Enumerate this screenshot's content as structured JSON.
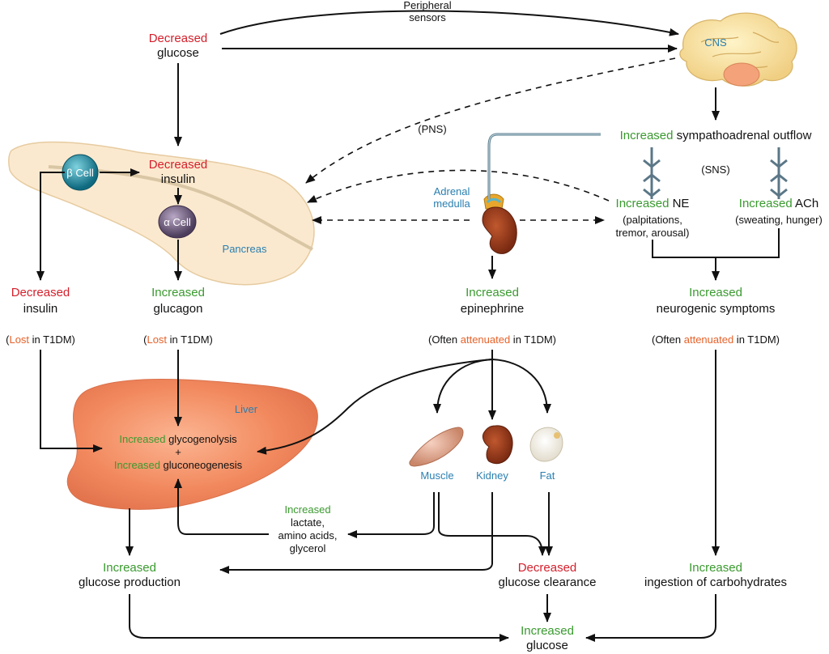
{
  "top": {
    "decreased_glucose": {
      "a": "Decreased",
      "b": "glucose"
    },
    "peripheral_sensors": {
      "a": "Peripheral",
      "b": "sensors"
    },
    "cns": "CNS",
    "pns": "(PNS)",
    "sns": "(SNS)"
  },
  "sympathoadrenal": {
    "a": "Increased",
    "b": " sympathoadrenal outflow"
  },
  "pancreas": {
    "beta_cell": "β Cell",
    "alpha_cell": "α Cell",
    "decreased_insulin_inner": {
      "a": "Decreased",
      "b": "insulin"
    },
    "label": "Pancreas"
  },
  "adrenal": {
    "a": "Adrenal",
    "b": "medulla"
  },
  "ne": {
    "a": "Increased",
    "b": " NE",
    "c": "(palpitations,",
    "d": "tremor, arousal)"
  },
  "ach": {
    "a": "Increased",
    "b": " ACh",
    "c": "(sweating, hunger)"
  },
  "col1": {
    "a": "Decreased",
    "b": "insulin",
    "note_a": "(",
    "note_b": "Lost",
    "note_c": " in T1DM)"
  },
  "col2": {
    "a": "Increased",
    "b": "glucagon",
    "note_a": "(",
    "note_b": "Lost",
    "note_c": " in T1DM)"
  },
  "col3": {
    "a": "Increased",
    "b": "epinephrine",
    "note_a": "(Often ",
    "note_b": "attenuated",
    "note_c": " in T1DM)"
  },
  "col4": {
    "a": "Increased",
    "b": "neurogenic symptoms",
    "note_a": "(Often ",
    "note_b": "attenuated",
    "note_c": " in T1DM)"
  },
  "liver": {
    "label": "Liver",
    "line1_a": "Increased",
    "line1_b": " glycogenolysis",
    "plus": "+",
    "line2_a": "Increased",
    "line2_b": " gluconeogenesis"
  },
  "tissues": {
    "muscle": "Muscle",
    "kidney": "Kidney",
    "fat": "Fat"
  },
  "substrates": {
    "a": "Increased",
    "b": "lactate,",
    "c": "amino acids,",
    "d": "glycerol"
  },
  "bottom": {
    "production": {
      "a": "Increased",
      "b": "glucose production"
    },
    "clearance": {
      "a": "Decreased",
      "b": "glucose clearance"
    },
    "ingestion": {
      "a": "Increased",
      "b": "ingestion of carbohydrates"
    },
    "glucose": {
      "a": "Increased",
      "b": "glucose"
    }
  }
}
